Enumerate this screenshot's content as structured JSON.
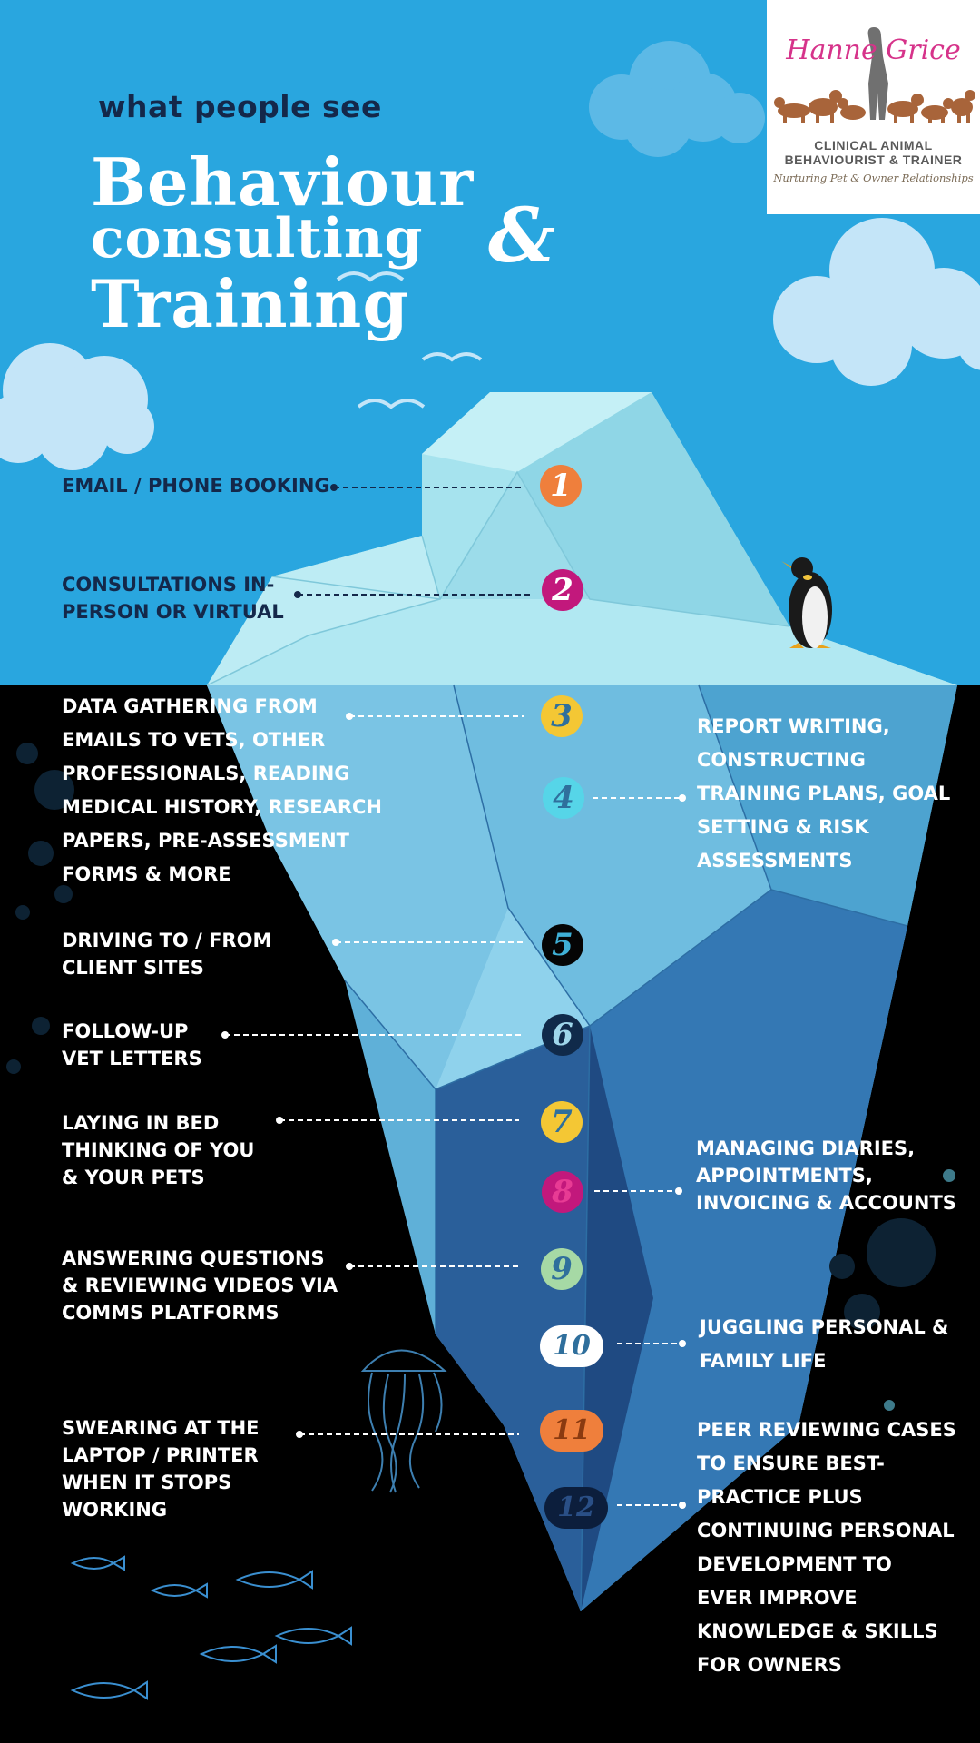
{
  "header": {
    "kicker": "what people see",
    "title_line1": "Behaviour",
    "title_line2": "consulting",
    "title_amp": "&",
    "title_line3": "Training"
  },
  "logo": {
    "name": "Hanne Grice",
    "line1": "CLINICAL ANIMAL",
    "line2": "BEHAVIOURIST & TRAINER",
    "tagline": "Nurturing Pet & Owner Relationships"
  },
  "items": [
    {
      "number": "1",
      "label": "EMAIL / PHONE BOOKING",
      "color": "#ef7f3c",
      "text": "#ffffff"
    },
    {
      "number": "2",
      "label": "CONSULTATIONS IN-\nPERSON OR VIRTUAL",
      "color": "#c2187c",
      "text": "#ffffff"
    },
    {
      "number": "3",
      "label": "DATA GATHERING FROM\nEMAILS TO VETS, OTHER\nPROFESSIONALS, READING\nMEDICAL HISTORY, RESEARCH\nPAPERS, PRE-ASSESSMENT\nFORMS & MORE",
      "color": "#f4c734",
      "text": "#2f6f9c"
    },
    {
      "number": "4",
      "label": "REPORT WRITING,\nCONSTRUCTING\nTRAINING PLANS, GOAL\nSETTING & RISK\nASSESSMENTS",
      "color": "#56d5e8",
      "text": "#2f6f9c"
    },
    {
      "number": "5",
      "label": "DRIVING TO / FROM\nCLIENT SITES",
      "color": "#050505",
      "text": "#3fb0d6"
    },
    {
      "number": "6",
      "label": "FOLLOW-UP\nVET LETTERS",
      "color": "#102a4a",
      "text": "#9fd6ea"
    },
    {
      "number": "7",
      "label": "LAYING IN BED\nTHINKING OF YOU\n&  YOUR PETS",
      "color": "#f4c734",
      "text": "#2f6f9c"
    },
    {
      "number": "8",
      "label": "MANAGING DIARIES,\nAPPOINTMENTS,\nINVOICING & ACCOUNTS",
      "color": "#c2187c",
      "text": "#e83b94"
    },
    {
      "number": "9",
      "label": "ANSWERING QUESTIONS\n& REVIEWING VIDEOS VIA\nCOMMS PLATFORMS",
      "color": "#a6d9a5",
      "text": "#2f6f9c"
    },
    {
      "number": "10",
      "label": "JUGGLING PERSONAL &\nFAMILY  LIFE",
      "color": "#ffffff",
      "text": "#2f6f9c"
    },
    {
      "number": "11",
      "label": "SWEARING AT THE\nLAPTOP /  PRINTER\nWHEN IT STOPS\nWORKING",
      "color": "#ef7f3c",
      "text": "#8a3a10"
    },
    {
      "number": "12",
      "label": "PEER REVIEWING CASES\nTO ENSURE BEST-\nPRACTICE PLUS\nCONTINUING PERSONAL\nDEVELOPMENT TO\nEVER IMPROVE\nKNOWLEDGE & SKILLS\nFOR OWNERS",
      "color": "#0c1e3c",
      "text": "#2a4f86"
    }
  ]
}
